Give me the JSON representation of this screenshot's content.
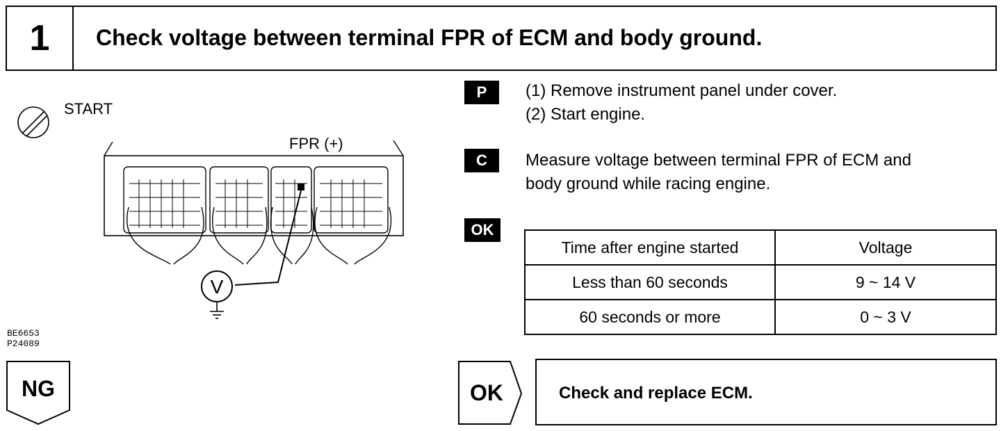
{
  "header": {
    "step_number": "1",
    "title": "Check voltage between terminal FPR of ECM and body ground."
  },
  "diagram": {
    "ignition_label": "START",
    "terminal_label": "FPR (+)",
    "meter_symbol": "V",
    "codes": [
      "BE6653",
      "P24089"
    ]
  },
  "prep": {
    "badge": "P",
    "steps": [
      "(1) Remove instrument panel under cover.",
      "(2) Start engine."
    ]
  },
  "check": {
    "badge": "C",
    "lines": [
      "Measure voltage between terminal FPR of ECM and",
      "body ground while racing engine."
    ]
  },
  "ok_badge": "OK",
  "spec_table": {
    "headers": [
      "Time after engine started",
      "Voltage"
    ],
    "rows": [
      [
        "Less than 60 seconds",
        "9 ~ 14 V"
      ],
      [
        "60 seconds or more",
        "0 ~ 3 V"
      ]
    ]
  },
  "ng_label": "NG",
  "ok_arrow_label": "OK",
  "ok_result": "Check and replace ECM."
}
